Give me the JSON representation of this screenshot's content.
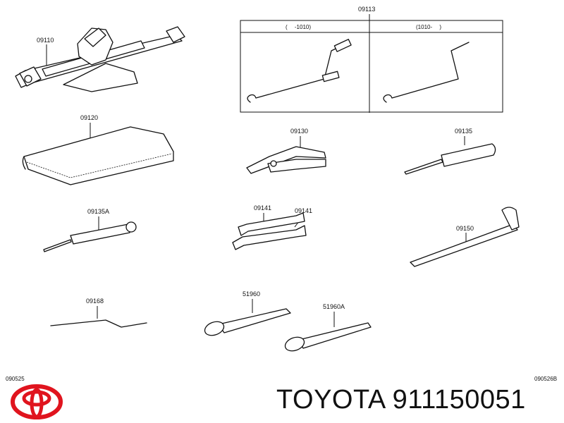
{
  "parts": {
    "jack": "09110",
    "handle_group": "09113",
    "handle_col_left": "(　 -1010)",
    "handle_col_right": "(1010-　 )",
    "tool_bag": "09120",
    "pliers": "09130",
    "screwdriver": "09135",
    "screwdriver_a": "09135A",
    "wrench_top": "09141",
    "wrench_bottom": "09141",
    "lug_wrench": "09150",
    "handle_rod": "09168",
    "towing_eye": "51960",
    "towing_eye_a": "51960A"
  },
  "footer": {
    "code_left": "090525",
    "code_right": "090526B",
    "brand_line": "TOYOTA 911150051"
  },
  "colors": {
    "logo": "#e0141e",
    "ink": "#111111"
  }
}
